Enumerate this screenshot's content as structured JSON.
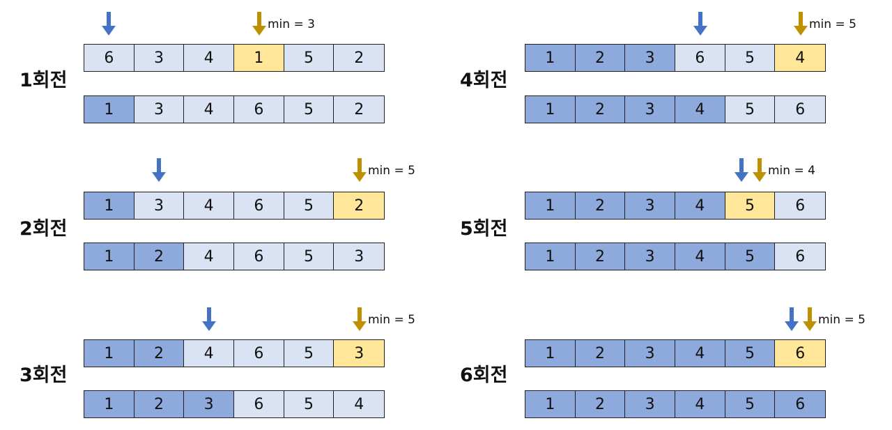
{
  "colors": {
    "sorted": "#8EA9DB",
    "unsorted": "#DAE3F3",
    "min": "#FFE699",
    "current_arrow": "#4472C4",
    "min_arrow": "#BF9000"
  },
  "passes": [
    {
      "label": "1회전",
      "before": [
        {
          "v": "6",
          "state": "unsorted"
        },
        {
          "v": "3",
          "state": "unsorted"
        },
        {
          "v": "4",
          "state": "unsorted"
        },
        {
          "v": "1",
          "state": "min"
        },
        {
          "v": "5",
          "state": "unsorted"
        },
        {
          "v": "2",
          "state": "unsorted"
        }
      ],
      "after": [
        {
          "v": "1",
          "state": "sorted"
        },
        {
          "v": "3",
          "state": "unsorted"
        },
        {
          "v": "4",
          "state": "unsorted"
        },
        {
          "v": "6",
          "state": "unsorted"
        },
        {
          "v": "5",
          "state": "unsorted"
        },
        {
          "v": "2",
          "state": "unsorted"
        }
      ],
      "current_index": 0,
      "min_index": 3,
      "min_text": "min = 3"
    },
    {
      "label": "2회전",
      "before": [
        {
          "v": "1",
          "state": "sorted"
        },
        {
          "v": "3",
          "state": "unsorted"
        },
        {
          "v": "4",
          "state": "unsorted"
        },
        {
          "v": "6",
          "state": "unsorted"
        },
        {
          "v": "5",
          "state": "unsorted"
        },
        {
          "v": "2",
          "state": "min"
        }
      ],
      "after": [
        {
          "v": "1",
          "state": "sorted"
        },
        {
          "v": "2",
          "state": "sorted"
        },
        {
          "v": "4",
          "state": "unsorted"
        },
        {
          "v": "6",
          "state": "unsorted"
        },
        {
          "v": "5",
          "state": "unsorted"
        },
        {
          "v": "3",
          "state": "unsorted"
        }
      ],
      "current_index": 1,
      "min_index": 5,
      "min_text": "min = 5"
    },
    {
      "label": "3회전",
      "before": [
        {
          "v": "1",
          "state": "sorted"
        },
        {
          "v": "2",
          "state": "sorted"
        },
        {
          "v": "4",
          "state": "unsorted"
        },
        {
          "v": "6",
          "state": "unsorted"
        },
        {
          "v": "5",
          "state": "unsorted"
        },
        {
          "v": "3",
          "state": "min"
        }
      ],
      "after": [
        {
          "v": "1",
          "state": "sorted"
        },
        {
          "v": "2",
          "state": "sorted"
        },
        {
          "v": "3",
          "state": "sorted"
        },
        {
          "v": "6",
          "state": "unsorted"
        },
        {
          "v": "5",
          "state": "unsorted"
        },
        {
          "v": "4",
          "state": "unsorted"
        }
      ],
      "current_index": 2,
      "min_index": 5,
      "min_text": "min = 5"
    },
    {
      "label": "4회전",
      "before": [
        {
          "v": "1",
          "state": "sorted"
        },
        {
          "v": "2",
          "state": "sorted"
        },
        {
          "v": "3",
          "state": "sorted"
        },
        {
          "v": "6",
          "state": "unsorted"
        },
        {
          "v": "5",
          "state": "unsorted"
        },
        {
          "v": "4",
          "state": "min"
        }
      ],
      "after": [
        {
          "v": "1",
          "state": "sorted"
        },
        {
          "v": "2",
          "state": "sorted"
        },
        {
          "v": "3",
          "state": "sorted"
        },
        {
          "v": "4",
          "state": "sorted"
        },
        {
          "v": "5",
          "state": "unsorted"
        },
        {
          "v": "6",
          "state": "unsorted"
        }
      ],
      "current_index": 3,
      "min_index": 5,
      "min_text": "min = 5"
    },
    {
      "label": "5회전",
      "before": [
        {
          "v": "1",
          "state": "sorted"
        },
        {
          "v": "2",
          "state": "sorted"
        },
        {
          "v": "3",
          "state": "sorted"
        },
        {
          "v": "4",
          "state": "sorted"
        },
        {
          "v": "5",
          "state": "min"
        },
        {
          "v": "6",
          "state": "unsorted"
        }
      ],
      "after": [
        {
          "v": "1",
          "state": "sorted"
        },
        {
          "v": "2",
          "state": "sorted"
        },
        {
          "v": "3",
          "state": "sorted"
        },
        {
          "v": "4",
          "state": "sorted"
        },
        {
          "v": "5",
          "state": "sorted"
        },
        {
          "v": "6",
          "state": "unsorted"
        }
      ],
      "current_index": 4,
      "min_index": 4,
      "min_text": "min = 4"
    },
    {
      "label": "6회전",
      "before": [
        {
          "v": "1",
          "state": "sorted"
        },
        {
          "v": "2",
          "state": "sorted"
        },
        {
          "v": "3",
          "state": "sorted"
        },
        {
          "v": "4",
          "state": "sorted"
        },
        {
          "v": "5",
          "state": "sorted"
        },
        {
          "v": "6",
          "state": "min"
        }
      ],
      "after": [
        {
          "v": "1",
          "state": "sorted"
        },
        {
          "v": "2",
          "state": "sorted"
        },
        {
          "v": "3",
          "state": "sorted"
        },
        {
          "v": "4",
          "state": "sorted"
        },
        {
          "v": "5",
          "state": "sorted"
        },
        {
          "v": "6",
          "state": "sorted"
        }
      ],
      "current_index": 5,
      "min_index": 5,
      "min_text": "min = 5"
    }
  ]
}
